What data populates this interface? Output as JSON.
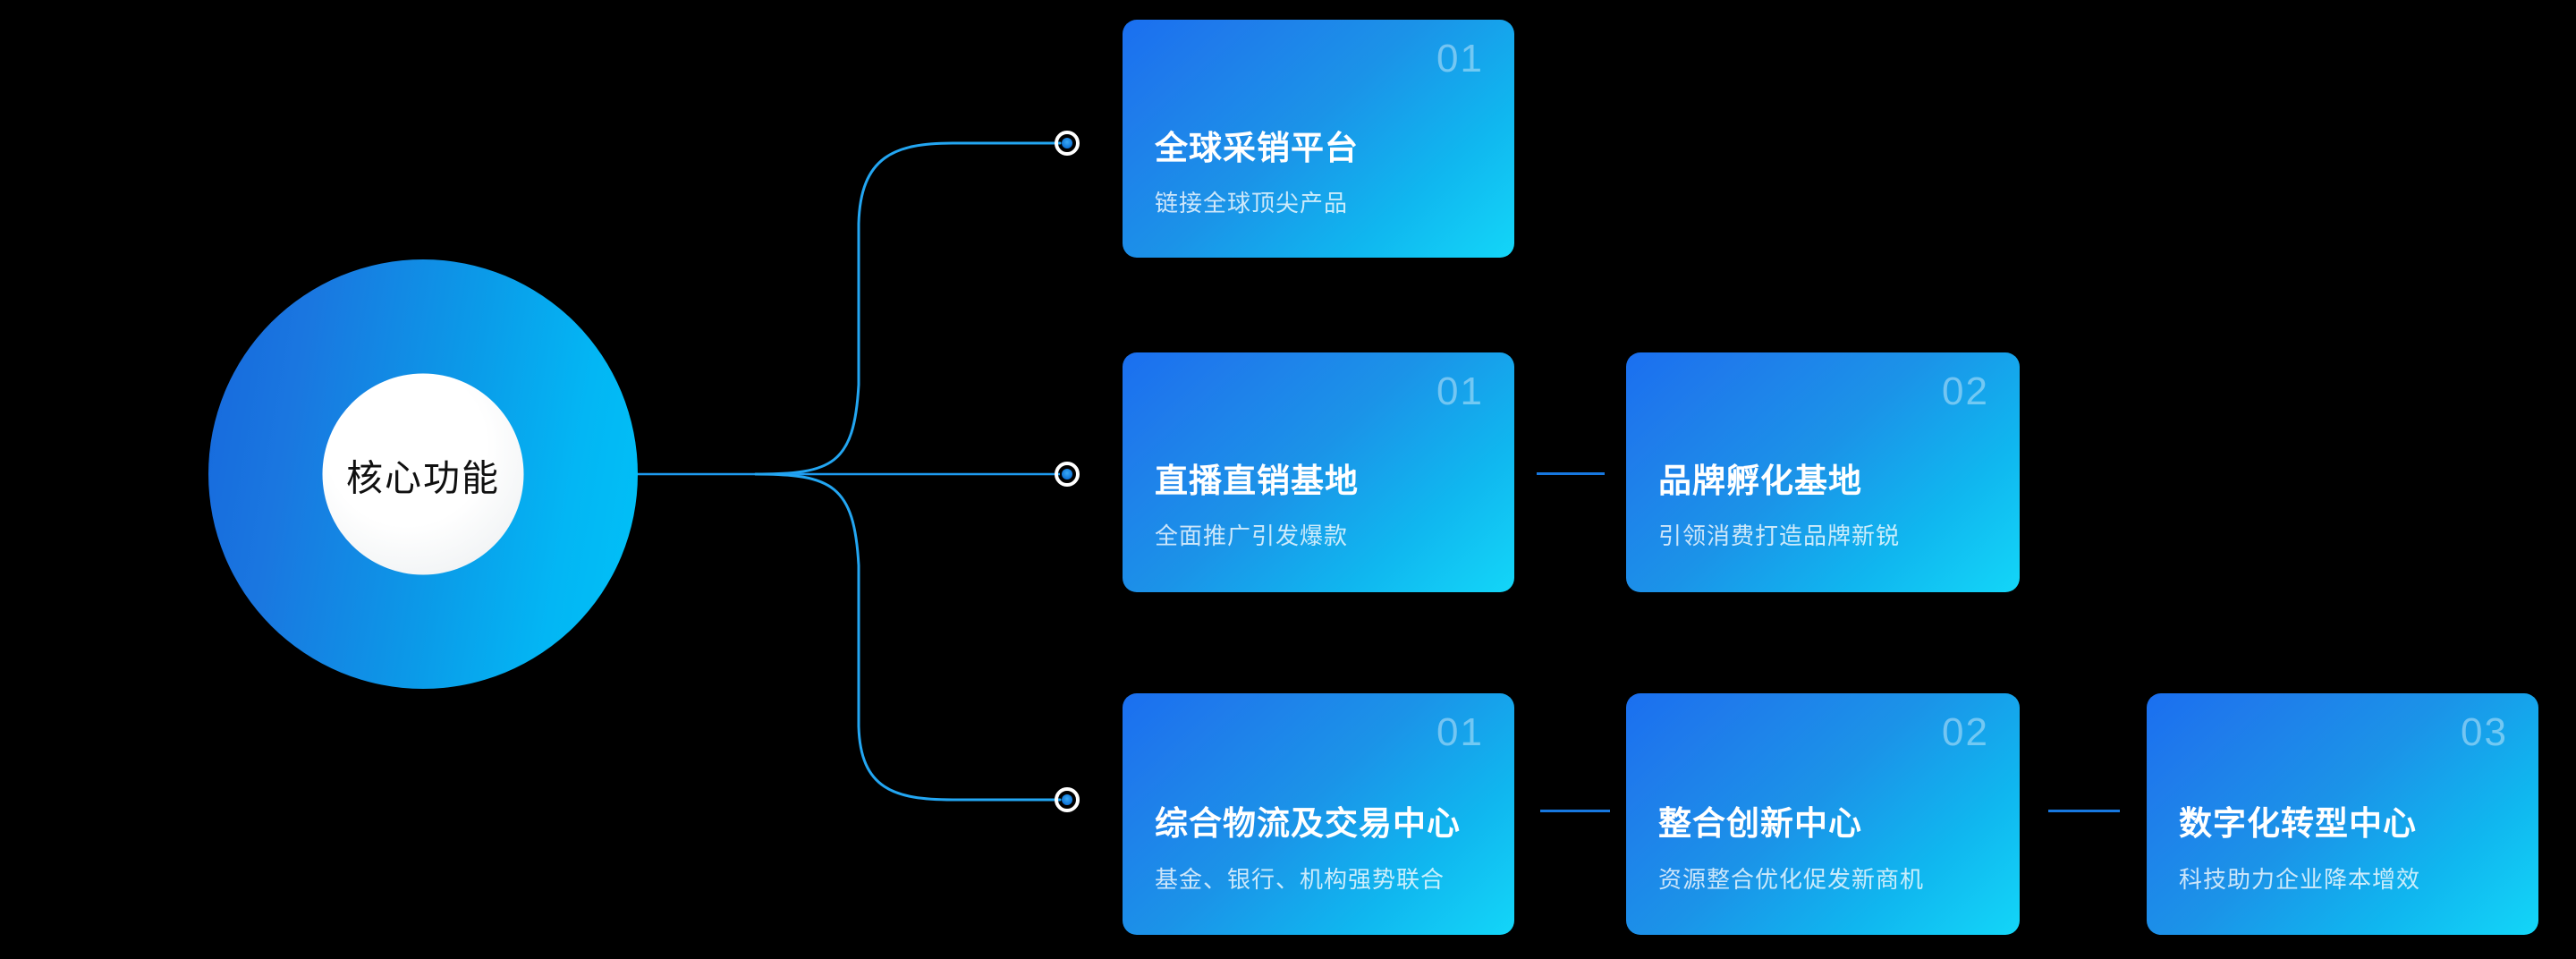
{
  "hub": {
    "label": "核心功能",
    "node_dot": "hub-connector-dot"
  },
  "theme": {
    "background": "#000000",
    "hub_gradient_start": "#1668dc",
    "hub_gradient_end": "#00c2f7",
    "card_gradient_start": "#1a6ff0",
    "card_gradient_end": "#13d6f8",
    "wire_color": "#1e9bf0",
    "link_color": "#1778e0",
    "dot_ring_color": "#ffffff"
  },
  "branches": [
    {
      "id": "branch-1",
      "endpoint_label": "branch-endpoint-dot-1",
      "cards": [
        {
          "num": "01",
          "title": "全球采销平台",
          "sub": "链接全球顶尖产品"
        }
      ]
    },
    {
      "id": "branch-2",
      "endpoint_label": "branch-endpoint-dot-2",
      "cards": [
        {
          "num": "01",
          "title": "直播直销基地",
          "sub": "全面推广引发爆款"
        },
        {
          "num": "02",
          "title": "品牌孵化基地",
          "sub": "引领消费打造品牌新锐"
        }
      ]
    },
    {
      "id": "branch-3",
      "endpoint_label": "branch-endpoint-dot-3",
      "cards": [
        {
          "num": "01",
          "title": "综合物流及交易中心",
          "sub": "基金、银行、机构强势联合"
        },
        {
          "num": "02",
          "title": "整合创新中心",
          "sub": "资源整合优化促发新商机"
        },
        {
          "num": "03",
          "title": "数字化转型中心",
          "sub": "科技助力企业降本增效"
        }
      ]
    }
  ]
}
